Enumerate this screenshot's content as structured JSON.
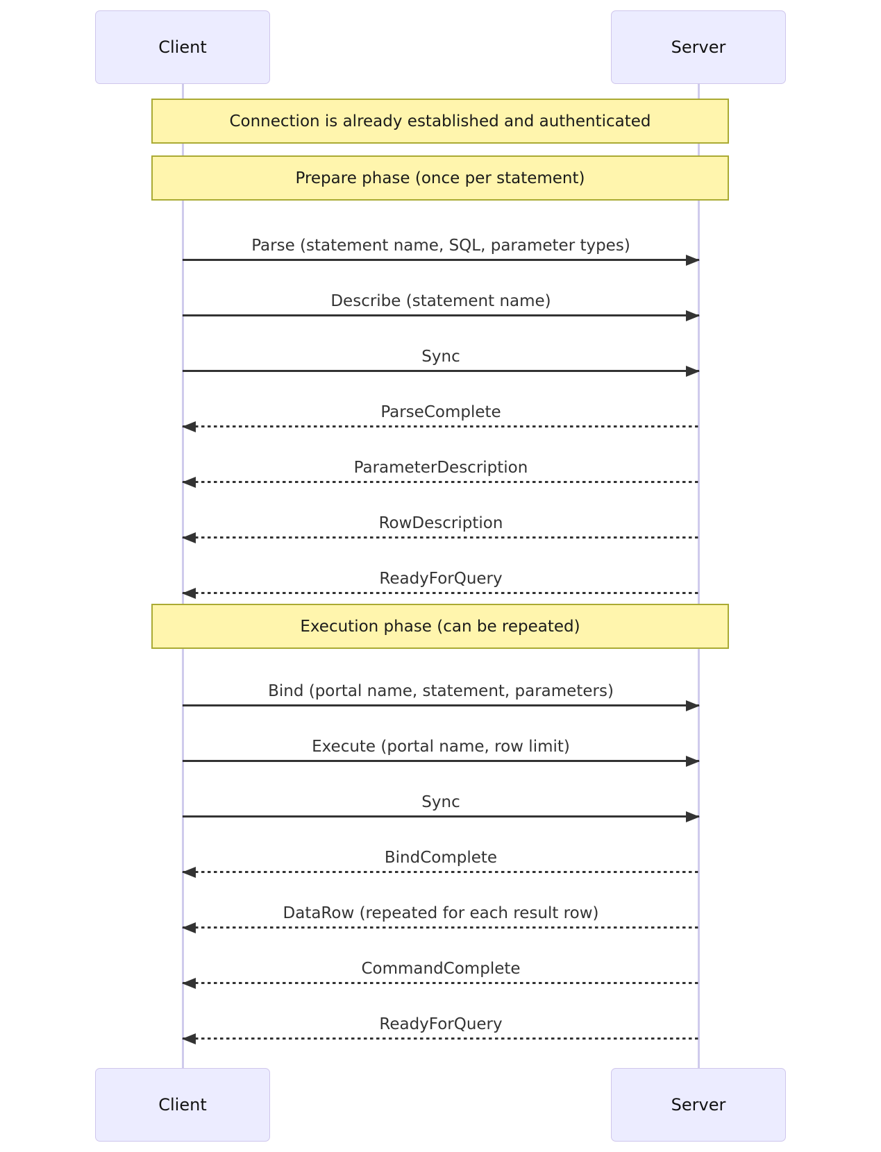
{
  "diagram": {
    "type": "sequence-diagram",
    "actors": {
      "client": "Client",
      "server": "Server"
    },
    "notes": [
      {
        "text": "Connection is already established and authenticated"
      },
      {
        "text": "Prepare phase (once per statement)"
      },
      {
        "text": "Execution phase (can be repeated)"
      }
    ],
    "messages": [
      {
        "label": "Parse (statement name, SQL, parameter types)",
        "from": "client",
        "to": "server",
        "style": "solid"
      },
      {
        "label": "Describe (statement name)",
        "from": "client",
        "to": "server",
        "style": "solid"
      },
      {
        "label": "Sync",
        "from": "client",
        "to": "server",
        "style": "solid"
      },
      {
        "label": "ParseComplete",
        "from": "server",
        "to": "client",
        "style": "dashed"
      },
      {
        "label": "ParameterDescription",
        "from": "server",
        "to": "client",
        "style": "dashed"
      },
      {
        "label": "RowDescription",
        "from": "server",
        "to": "client",
        "style": "dashed"
      },
      {
        "label": "ReadyForQuery",
        "from": "server",
        "to": "client",
        "style": "dashed"
      },
      {
        "label": "Bind (portal name, statement, parameters)",
        "from": "client",
        "to": "server",
        "style": "solid"
      },
      {
        "label": "Execute (portal name, row limit)",
        "from": "client",
        "to": "server",
        "style": "solid"
      },
      {
        "label": "Sync",
        "from": "client",
        "to": "server",
        "style": "solid"
      },
      {
        "label": "BindComplete",
        "from": "server",
        "to": "client",
        "style": "dashed"
      },
      {
        "label": "DataRow (repeated for each result row)",
        "from": "server",
        "to": "client",
        "style": "dashed"
      },
      {
        "label": "CommandComplete",
        "from": "server",
        "to": "client",
        "style": "dashed"
      },
      {
        "label": "ReadyForQuery",
        "from": "server",
        "to": "client",
        "style": "dashed"
      }
    ],
    "colors": {
      "actor_fill": "#ECECFF",
      "actor_border": "#CFC6EC",
      "note_fill": "#FFF5AD",
      "note_border": "#AAAA33",
      "lifeline": "#CFCBEC",
      "message_line": "#333333",
      "text": "#333333",
      "background": "#FFFFFF"
    }
  }
}
